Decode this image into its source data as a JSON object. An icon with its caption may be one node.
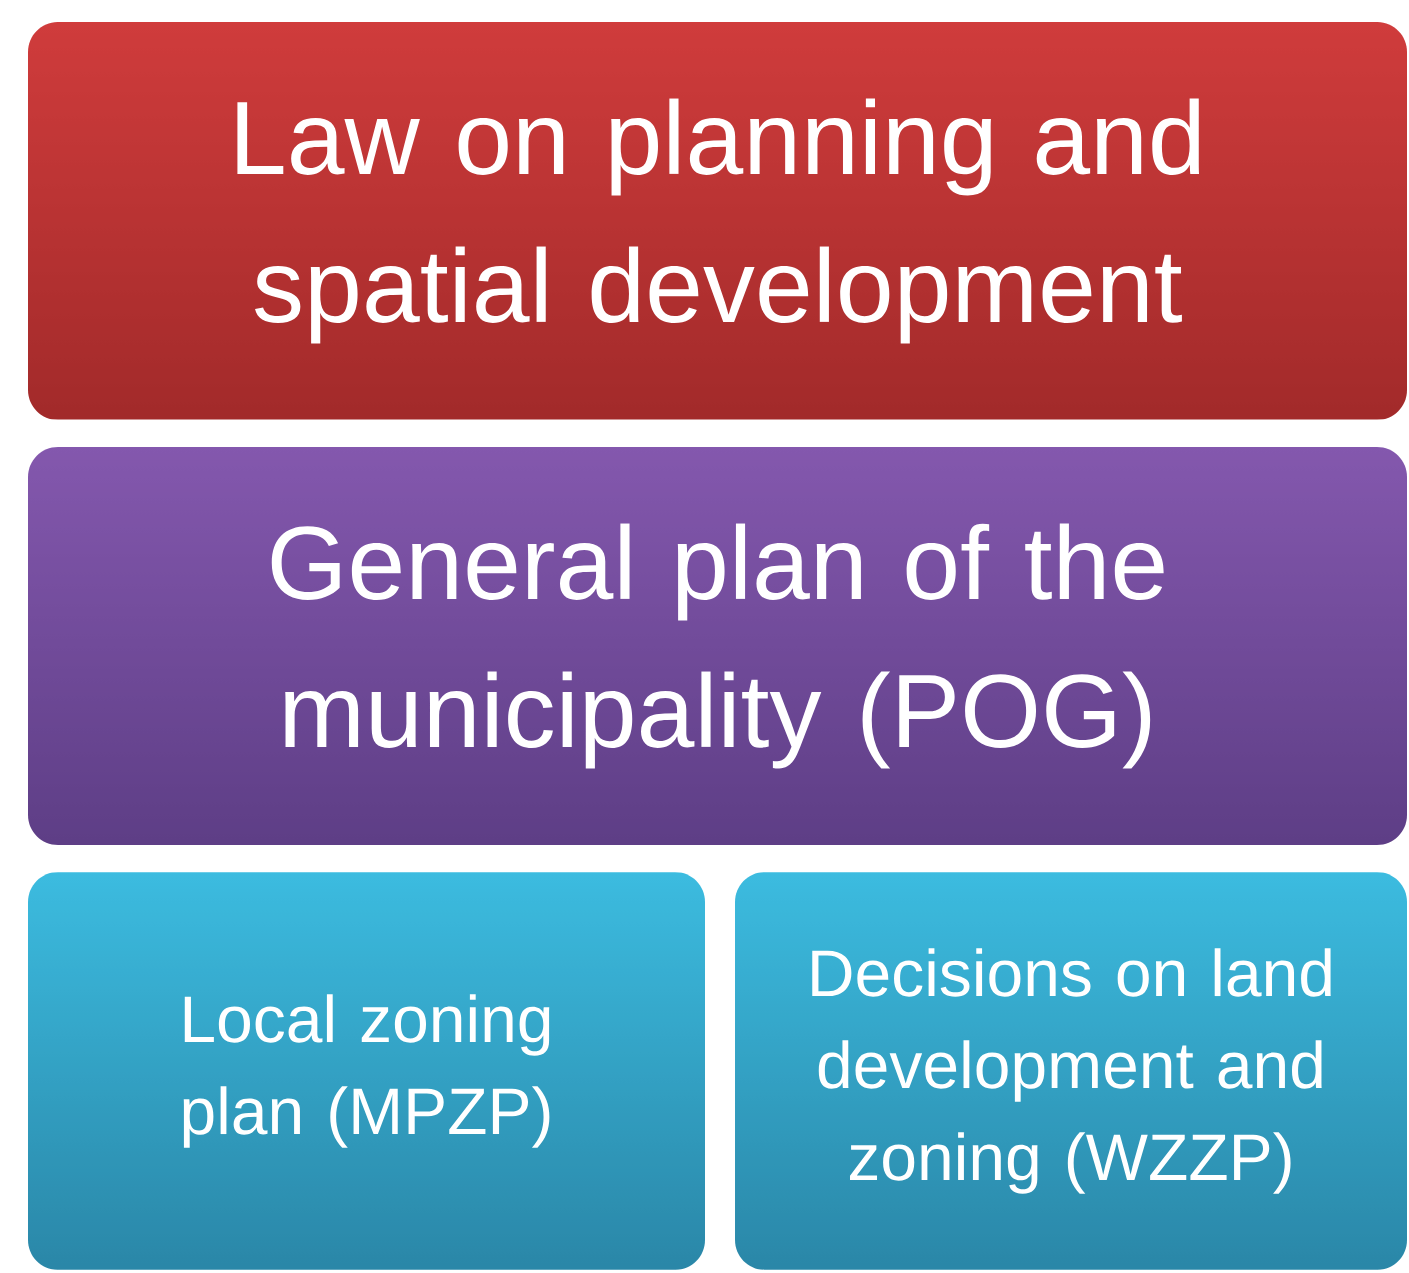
{
  "diagram": {
    "nodes": [
      {
        "text": [
          "Law on planning and spatial development"
        ]
      },
      {
        "text": [
          "General plan of the municipality (POG)"
        ]
      },
      {
        "text": [
          "Local zoning plan (MPZP)"
        ]
      },
      {
        "text": [
          "Decisions on land development and zoning (WZZP)"
        ]
      }
    ]
  }
}
